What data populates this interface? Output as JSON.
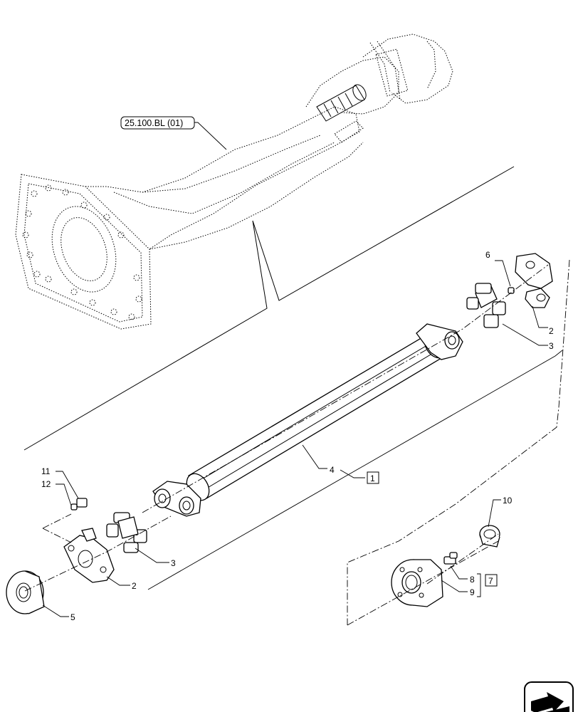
{
  "diagram": {
    "reference_label": "25.100.BL (01)",
    "group_label_1": "1",
    "group_label_7": "7",
    "callouts": {
      "c2_top": "2",
      "c3_top": "3",
      "c4": "4",
      "c6": "6",
      "c3_bottom": "3",
      "c2_bottom": "2",
      "c5": "5",
      "c8": "8",
      "c9": "9",
      "c10": "10",
      "c11": "11",
      "c12": "12"
    },
    "nav_icon": "arrow-navigation-icon"
  }
}
